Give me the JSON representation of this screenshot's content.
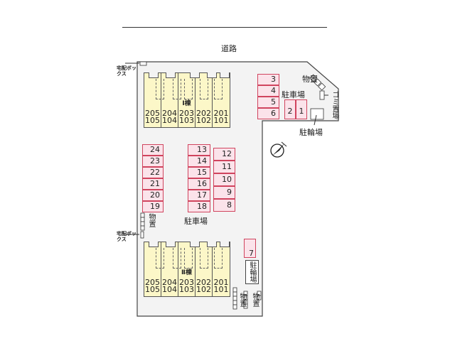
{
  "road_label": "道路",
  "delivery_box": "宅配ボックス",
  "building1": {
    "name": "Ⅰ棟",
    "units": [
      [
        "205",
        "105"
      ],
      [
        "204",
        "104"
      ],
      [
        "203",
        "103"
      ],
      [
        "202",
        "102"
      ],
      [
        "201",
        "101"
      ]
    ]
  },
  "building2": {
    "name": "Ⅱ棟",
    "units": [
      [
        "205",
        "105"
      ],
      [
        "204",
        "104"
      ],
      [
        "203",
        "103"
      ],
      [
        "202",
        "102"
      ],
      [
        "201",
        "101"
      ]
    ]
  },
  "parking_left": [
    "24",
    "23",
    "22",
    "21",
    "20",
    "19"
  ],
  "parking_mid": [
    "13",
    "14",
    "15",
    "16",
    "17",
    "18"
  ],
  "parking_right": [
    "12",
    "11",
    "10",
    "9",
    "8"
  ],
  "parking_top": [
    "3",
    "4",
    "5",
    "6"
  ],
  "parking_pair": [
    "2",
    "1"
  ],
  "parking_single": "7",
  "labels": {
    "parking": "駐車場",
    "storage": "物置",
    "garbage": "ゴミ置場",
    "bicycle": "駐輪場"
  },
  "colors": {
    "parking_fill": "#fbe3ea",
    "parking_border": "#d0445e",
    "building_fill": "#fcf7c8",
    "site_fill": "#f3f3f3"
  }
}
